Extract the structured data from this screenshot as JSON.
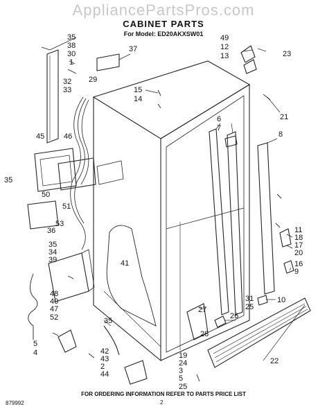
{
  "watermark": "AppliancePartsPros.com",
  "title": "CABINET PARTS",
  "model": "For Model: ED20AKXSW01",
  "footer_note": "FOR ORDERING INFORMATION REFER TO PARTS PRICE LIST",
  "page_number": "2",
  "doc_code": "879992",
  "callouts": {
    "c35a": "35",
    "c38": "38",
    "c30": "30",
    "c37": "37",
    "c1": "1",
    "c29": "29",
    "c32": "32",
    "c33": "33",
    "c15": "15",
    "c14": "14",
    "c49": "49",
    "c12": "12",
    "c13": "13",
    "c23": "23",
    "c21": "21",
    "c6": "6",
    "c7": "7",
    "c8": "8",
    "c45": "45",
    "c46": "46",
    "c35b": "35",
    "c50": "50",
    "c51": "51",
    "c53": "53",
    "c36": "36",
    "c35c": "35",
    "c34": "34",
    "c39": "39",
    "c41": "41",
    "c11": "11",
    "c18": "18",
    "c17": "17",
    "c20": "20",
    "c16": "16",
    "c9": "9",
    "c48": "48",
    "c40": "40",
    "c47": "47",
    "c52": "52",
    "c35d": "35",
    "c31": "31",
    "c25a": "25",
    "c10": "10",
    "c27": "27",
    "c26": "26",
    "c28": "28",
    "c5a": "5",
    "c4": "4",
    "c42": "42",
    "c43": "43",
    "c2": "2",
    "c44": "44",
    "c19": "19",
    "c24": "24",
    "c3": "3",
    "c5b": "5",
    "c25b": "25",
    "c22": "22"
  }
}
